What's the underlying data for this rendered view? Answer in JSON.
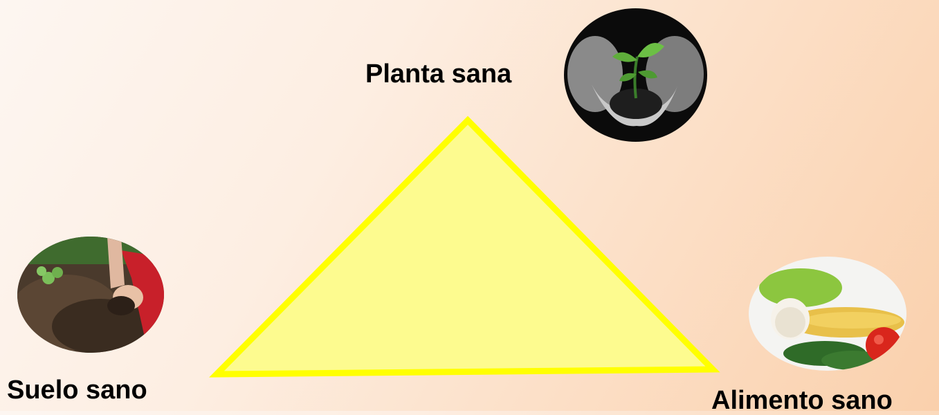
{
  "slide": {
    "top_label": "Planta sana",
    "left_label": "Suelo sano",
    "right_label": "Alimento sano"
  },
  "colors": {
    "triangle_fill": "#fdfb8f",
    "triangle_stroke": "#ffff00",
    "text": "#000000"
  },
  "icons": {
    "top": "seedling-in-hands-photo",
    "left": "compost-soil-photo",
    "right": "vegetables-photo"
  }
}
